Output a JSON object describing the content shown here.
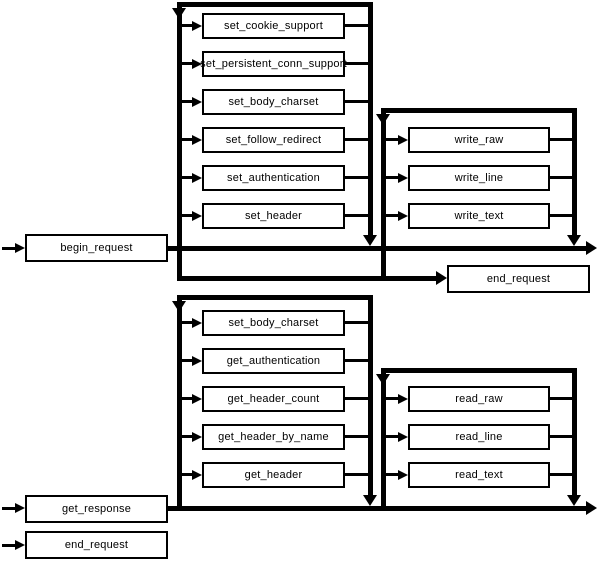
{
  "colors": {
    "line": "#000000",
    "background": "#ffffff",
    "box_fill": "#ffffff"
  },
  "request": {
    "entry": "begin_request",
    "exit": "end_request",
    "setup_functions": [
      "set_cookie_support",
      "set_persistent_conn_support",
      "set_body_charset",
      "set_follow_redirect",
      "set_authentication",
      "set_header"
    ],
    "write_functions": [
      "write_raw",
      "write_line",
      "write_text"
    ]
  },
  "response": {
    "entry": "get_response",
    "exit": "end_request",
    "header_functions": [
      "set_body_charset",
      "get_authentication",
      "get_header_count",
      "get_header_by_name",
      "get_header"
    ],
    "read_functions": [
      "read_raw",
      "read_line",
      "read_text"
    ]
  }
}
